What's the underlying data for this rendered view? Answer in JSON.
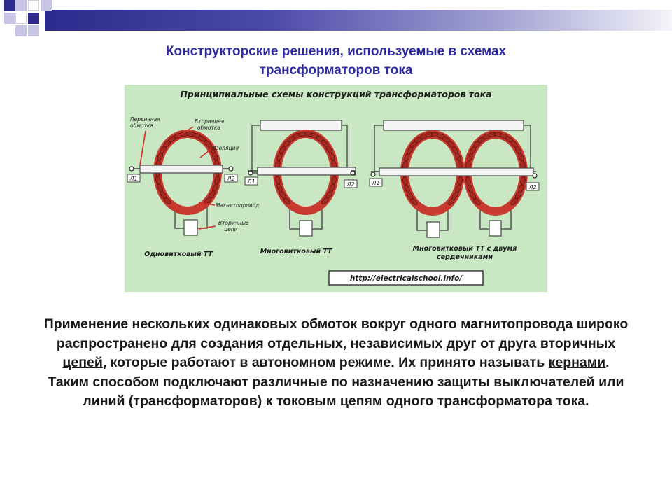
{
  "slide": {
    "title_line1": "Конструкторские решения, используемые в схемах",
    "title_line2": "трансформаторов тока"
  },
  "figure": {
    "heading": "Принципиальные схемы конструкций трансформаторов тока",
    "labels": {
      "primary": "Первичная обмотка",
      "secondary": "Вторичная обмотка",
      "insulation": "Изоляция",
      "core": "Магнитопровод",
      "circuits": "Вторичные цепи",
      "l1": "Л1",
      "l2": "Л2"
    },
    "captions": {
      "single": "Одновитковый ТТ",
      "multi": "Многовитковый ТТ",
      "double_line1": "Многовитковый ТТ с двумя",
      "double_line2": "сердечниками"
    },
    "url": "http://electricalschool.info/"
  },
  "body": {
    "t1": "Применение нескольких одинаковых обмоток вокруг одного магнитопровода широко распространено для создания отдельных, ",
    "u1": "независимых друг от друга вторичных цепей",
    "t2": ", которые работают в автономном режиме. Их принято называть ",
    "u2": "кернами",
    "t3": ". Таким способом подключают различные по назначению защиты выключателей или линий (трансформаторов) к токовым цепям одного трансформатора тока."
  },
  "colors": {
    "title": "#2e2aa0",
    "figure_bg": "#c9e7c3",
    "coil": "#b8322a",
    "core": "#c83a30"
  }
}
